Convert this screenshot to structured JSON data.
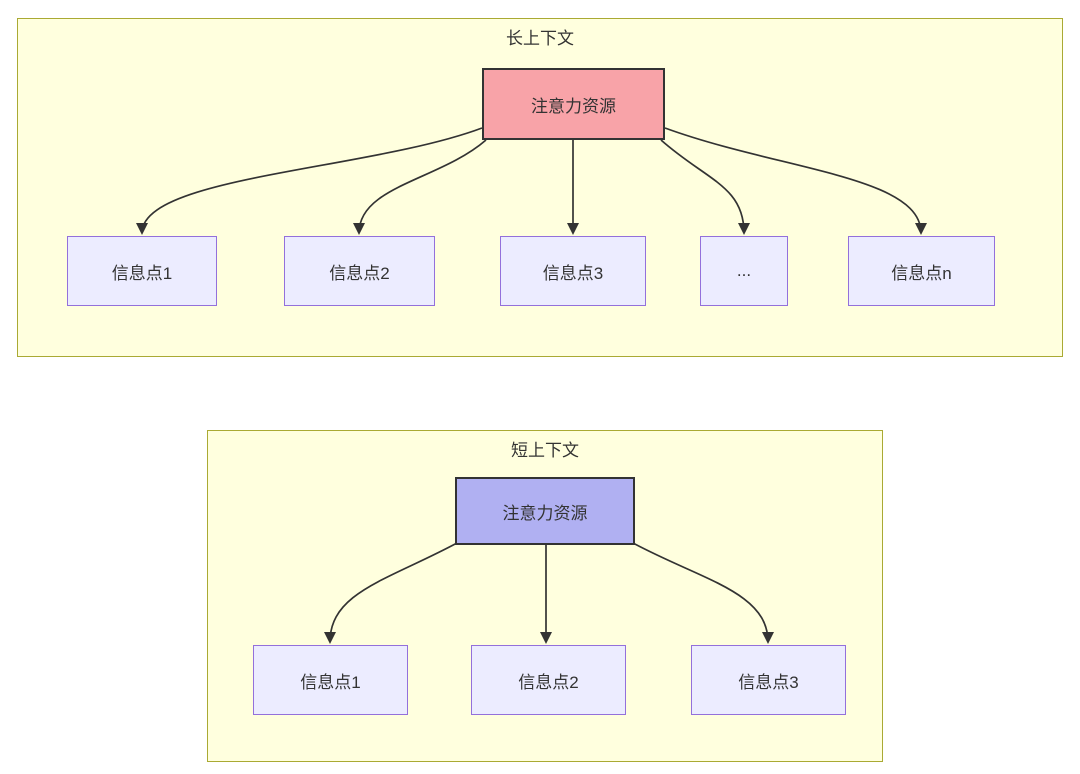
{
  "diagram": {
    "type": "flowchart",
    "clusters": [
      {
        "title": "长上下文",
        "source": {
          "label": "注意力资源",
          "fill": "#f8a3a8"
        },
        "targets": [
          {
            "label": "信息点1"
          },
          {
            "label": "信息点2"
          },
          {
            "label": "信息点3"
          },
          {
            "label": "..."
          },
          {
            "label": "信息点n"
          }
        ]
      },
      {
        "title": "短上下文",
        "source": {
          "label": "注意力资源",
          "fill": "#b0b0f2"
        },
        "targets": [
          {
            "label": "信息点1"
          },
          {
            "label": "信息点2"
          },
          {
            "label": "信息点3"
          }
        ]
      }
    ],
    "colors": {
      "background": "#ffffff",
      "cluster_fill": "#ffffde",
      "cluster_border": "#aaaa33",
      "node_fill": "#ececff",
      "node_border": "#9370db",
      "source_border": "#333333",
      "edge": "#333333",
      "text": "#333333"
    }
  }
}
